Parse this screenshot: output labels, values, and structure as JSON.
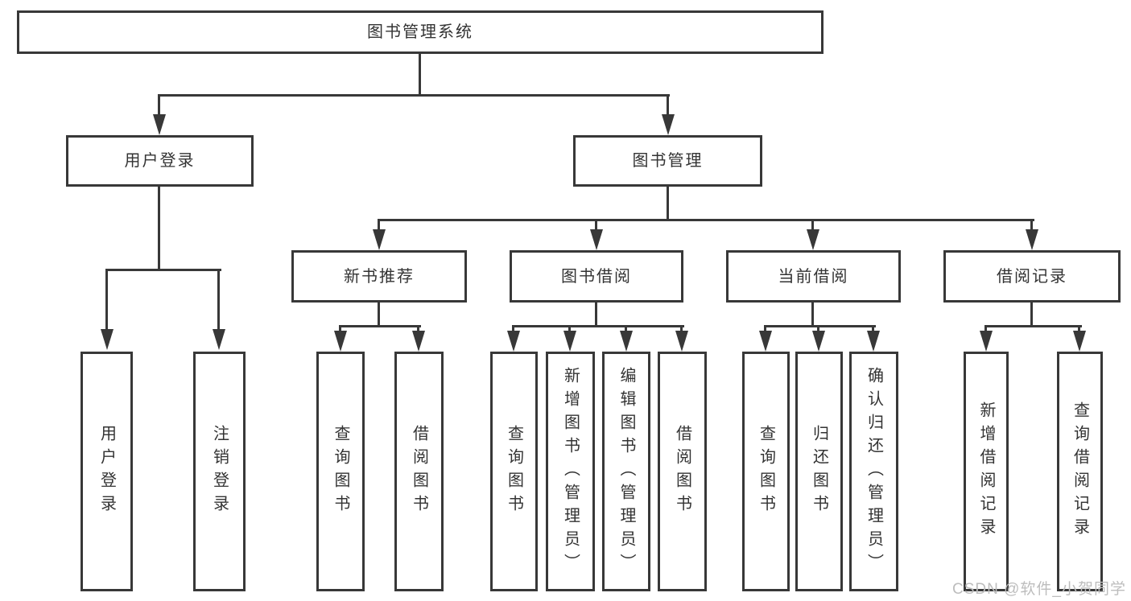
{
  "colors": {
    "line": "#383838",
    "text": "#333333",
    "background": "#ffffff",
    "watermark": "#bdbdbd"
  },
  "watermark": {
    "text": "CSDN @软件_小贺同学"
  },
  "tree": {
    "label": "图书管理系统",
    "children": [
      {
        "label": "用户登录",
        "children": [
          {
            "label": "用户登录"
          },
          {
            "label": "注销登录"
          }
        ]
      },
      {
        "label": "图书管理",
        "children": [
          {
            "label": "新书推荐",
            "children": [
              {
                "label": "查询图书"
              },
              {
                "label": "借阅图书"
              }
            ]
          },
          {
            "label": "图书借阅",
            "children": [
              {
                "label": "查询图书"
              },
              {
                "label": "新增图书（管理员）"
              },
              {
                "label": "编辑图书（管理员）"
              },
              {
                "label": "借阅图书"
              }
            ]
          },
          {
            "label": "当前借阅",
            "children": [
              {
                "label": "查询图书"
              },
              {
                "label": "归还图书"
              },
              {
                "label": "确认归还（管理员）"
              }
            ]
          },
          {
            "label": "借阅记录",
            "children": [
              {
                "label": "新增借阅记录"
              },
              {
                "label": "查询借阅记录"
              }
            ]
          }
        ]
      }
    ]
  }
}
